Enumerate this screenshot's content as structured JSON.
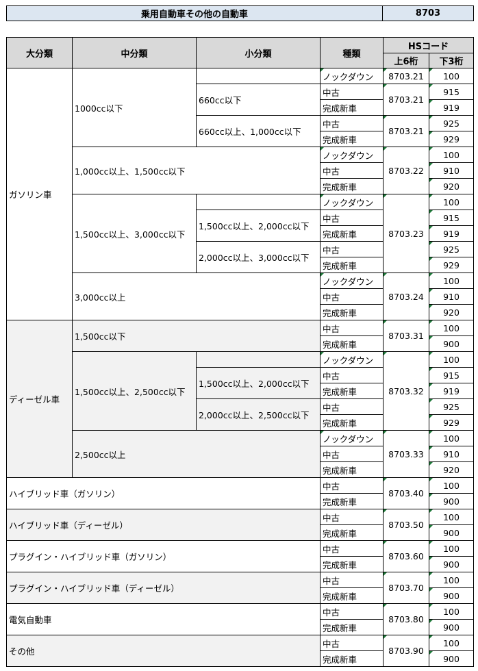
{
  "header": {
    "title": "乗用自動車その他の自動車",
    "code": "8703"
  },
  "columns": {
    "major": "大分類",
    "middle": "中分類",
    "minor": "小分類",
    "kind": "種類",
    "hs": "HSコード",
    "upper6": "上6桁",
    "lower3": "下3桁"
  },
  "rows": [
    {
      "major": "ガソリン車",
      "middle": "1000cc以下",
      "minor": "",
      "kind": "ノックダウン",
      "code6": "8703.21",
      "code3": "100"
    },
    {
      "minor": "660cc以下",
      "kind": "中古",
      "code6": "8703.21",
      "code3": "915"
    },
    {
      "kind": "完成新車",
      "code3": "919"
    },
    {
      "minor": "660cc以上、1,000cc以下",
      "kind": "中古",
      "code6": "8703.21",
      "code3": "925"
    },
    {
      "kind": "完成新車",
      "code3": "929"
    },
    {
      "middle": "1,000cc以上、1,500cc以下",
      "kind": "ノックダウン",
      "code6": "8703.22",
      "code3": "100"
    },
    {
      "kind": "中古",
      "code3": "910"
    },
    {
      "kind": "完成新車",
      "code3": "920"
    },
    {
      "middle": "1,500cc以上、3,000cc以下",
      "minor": "",
      "kind": "ノックダウン",
      "code6": "8703.23",
      "code3": "100"
    },
    {
      "minor": "1,500cc以上、2,000cc以下",
      "kind": "中古",
      "code3": "915"
    },
    {
      "kind": "完成新車",
      "code3": "919"
    },
    {
      "minor": "2,000cc以上、3,000cc以下",
      "kind": "中古",
      "code3": "925"
    },
    {
      "kind": "完成新車",
      "code3": "929"
    },
    {
      "middle": "3,000cc以上",
      "kind": "ノックダウン",
      "code6": "8703.24",
      "code3": "100"
    },
    {
      "kind": "中古",
      "code3": "910"
    },
    {
      "kind": "完成新車",
      "code3": "920"
    },
    {
      "major": "ディーゼル車",
      "middle": "1,500cc以下",
      "kind": "中古",
      "code6": "8703.31",
      "code3": "100"
    },
    {
      "kind": "完成新車",
      "code3": "900"
    },
    {
      "middle": "1,500cc以上、2,500cc以下",
      "minor": "",
      "kind": "ノックダウン",
      "code6": "8703.32",
      "code3": "100"
    },
    {
      "minor": "1,500cc以上、2,000cc以下",
      "kind": "中古",
      "code3": "915"
    },
    {
      "kind": "完成新車",
      "code3": "919"
    },
    {
      "minor": "2,000cc以上、2,500cc以下",
      "kind": "中古",
      "code3": "925"
    },
    {
      "kind": "完成新車",
      "code3": "929"
    },
    {
      "middle": "2,500cc以上",
      "kind": "ノックダウン",
      "code6": "8703.33",
      "code3": "100"
    },
    {
      "kind": "中古",
      "code3": "910"
    },
    {
      "kind": "完成新車",
      "code3": "920"
    },
    {
      "major": "ハイブリッド車（ガソリン）",
      "kind": "中古",
      "code6": "8703.40",
      "code3": "100"
    },
    {
      "kind": "完成新車",
      "code3": "900"
    },
    {
      "major": "ハイブリッド車（ディーゼル）",
      "kind": "中古",
      "code6": "8703.50",
      "code3": "100"
    },
    {
      "kind": "完成新車",
      "code3": "900"
    },
    {
      "major": "プラグイン・ハイブリッド車（ガソリン）",
      "kind": "中古",
      "code6": "8703.60",
      "code3": "100"
    },
    {
      "kind": "完成新車",
      "code3": "900"
    },
    {
      "major": "プラグイン・ハイブリッド車（ディーゼル）",
      "kind": "中古",
      "code6": "8703.70",
      "code3": "100"
    },
    {
      "kind": "完成新車",
      "code3": "900"
    },
    {
      "major": "電気自動車",
      "kind": "中古",
      "code6": "8703.80",
      "code3": "100"
    },
    {
      "kind": "完成新車",
      "code3": "900"
    },
    {
      "major": "その他",
      "kind": "中古",
      "code6": "8703.90",
      "code3": "100"
    },
    {
      "kind": "完成新車",
      "code3": "900"
    }
  ]
}
